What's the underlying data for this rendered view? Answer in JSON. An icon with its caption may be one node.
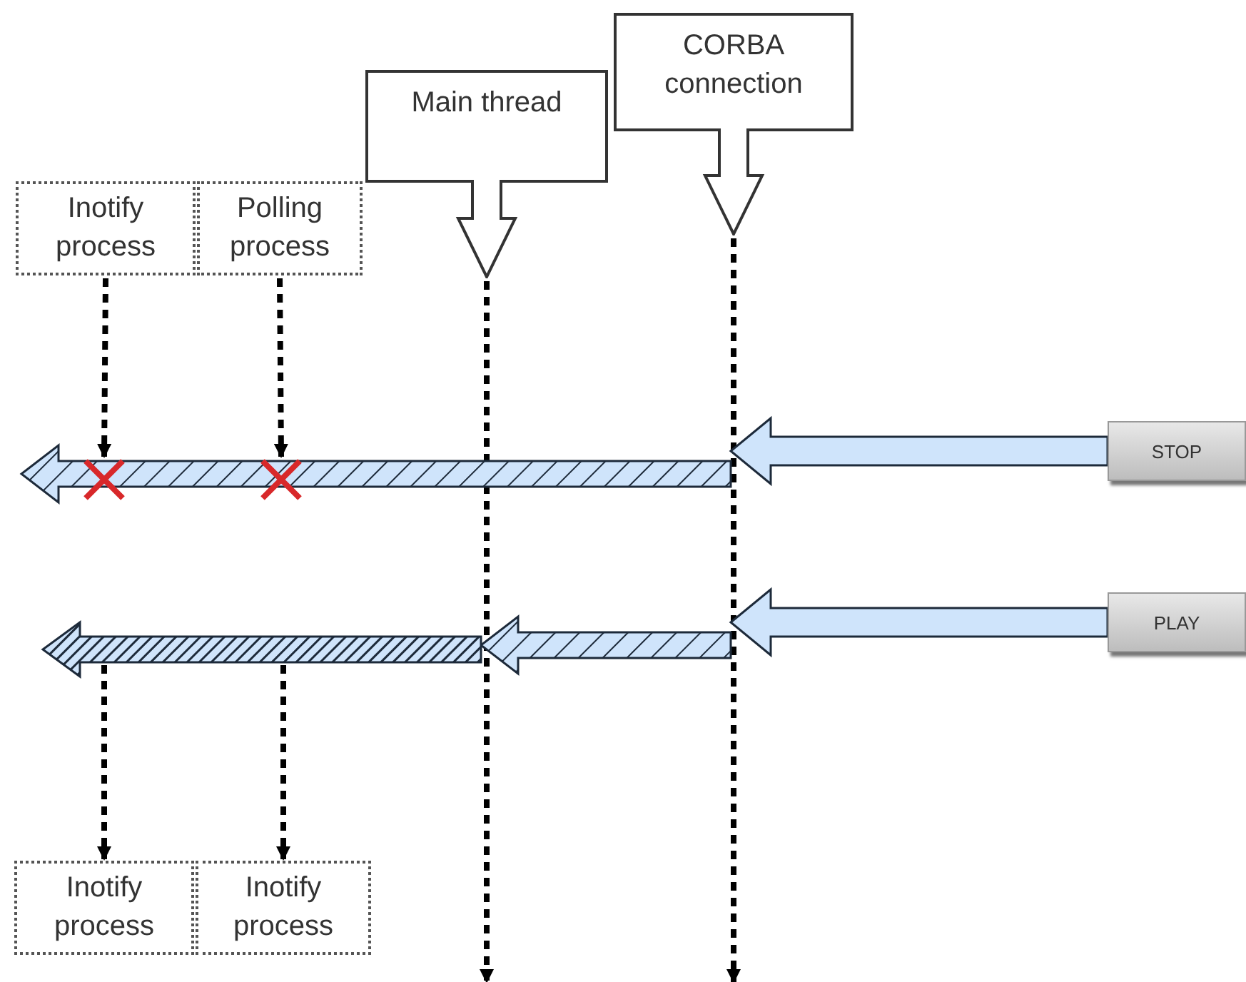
{
  "diagram": {
    "nodes": [
      {
        "text": [
          "Inotify process"
        ]
      },
      {
        "text": [
          "Polling process"
        ]
      },
      {
        "text": [
          "Main thread"
        ]
      },
      {
        "text": [
          "CORBA connection"
        ]
      },
      {
        "text": [
          "STOP"
        ]
      },
      {
        "text": [],
        "shape": "cross"
      },
      {
        "text": [],
        "shape": "cross"
      },
      {
        "text": [
          "PLAY"
        ]
      },
      {
        "text": [
          "Inotify process"
        ]
      },
      {
        "text": [
          "Inotify process"
        ]
      }
    ],
    "edges": [
      {
        "from": 0,
        "to": 5,
        "arrow": "to",
        "style": "dashed"
      },
      {
        "from": 1,
        "to": 6,
        "arrow": "to",
        "style": "dashed"
      },
      {
        "from": 2,
        "to": null,
        "arrow": "to",
        "style": "dashed"
      },
      {
        "from": 3,
        "to": null,
        "arrow": "to",
        "style": "dashed"
      },
      {
        "from": 4,
        "to": null,
        "arrow": "to"
      },
      {
        "from": 7,
        "to": null,
        "arrow": "to"
      },
      {
        "from": null,
        "to": 8,
        "arrow": "to",
        "style": "dashed"
      },
      {
        "from": null,
        "to": 9,
        "arrow": "to",
        "style": "dashed"
      }
    ]
  }
}
